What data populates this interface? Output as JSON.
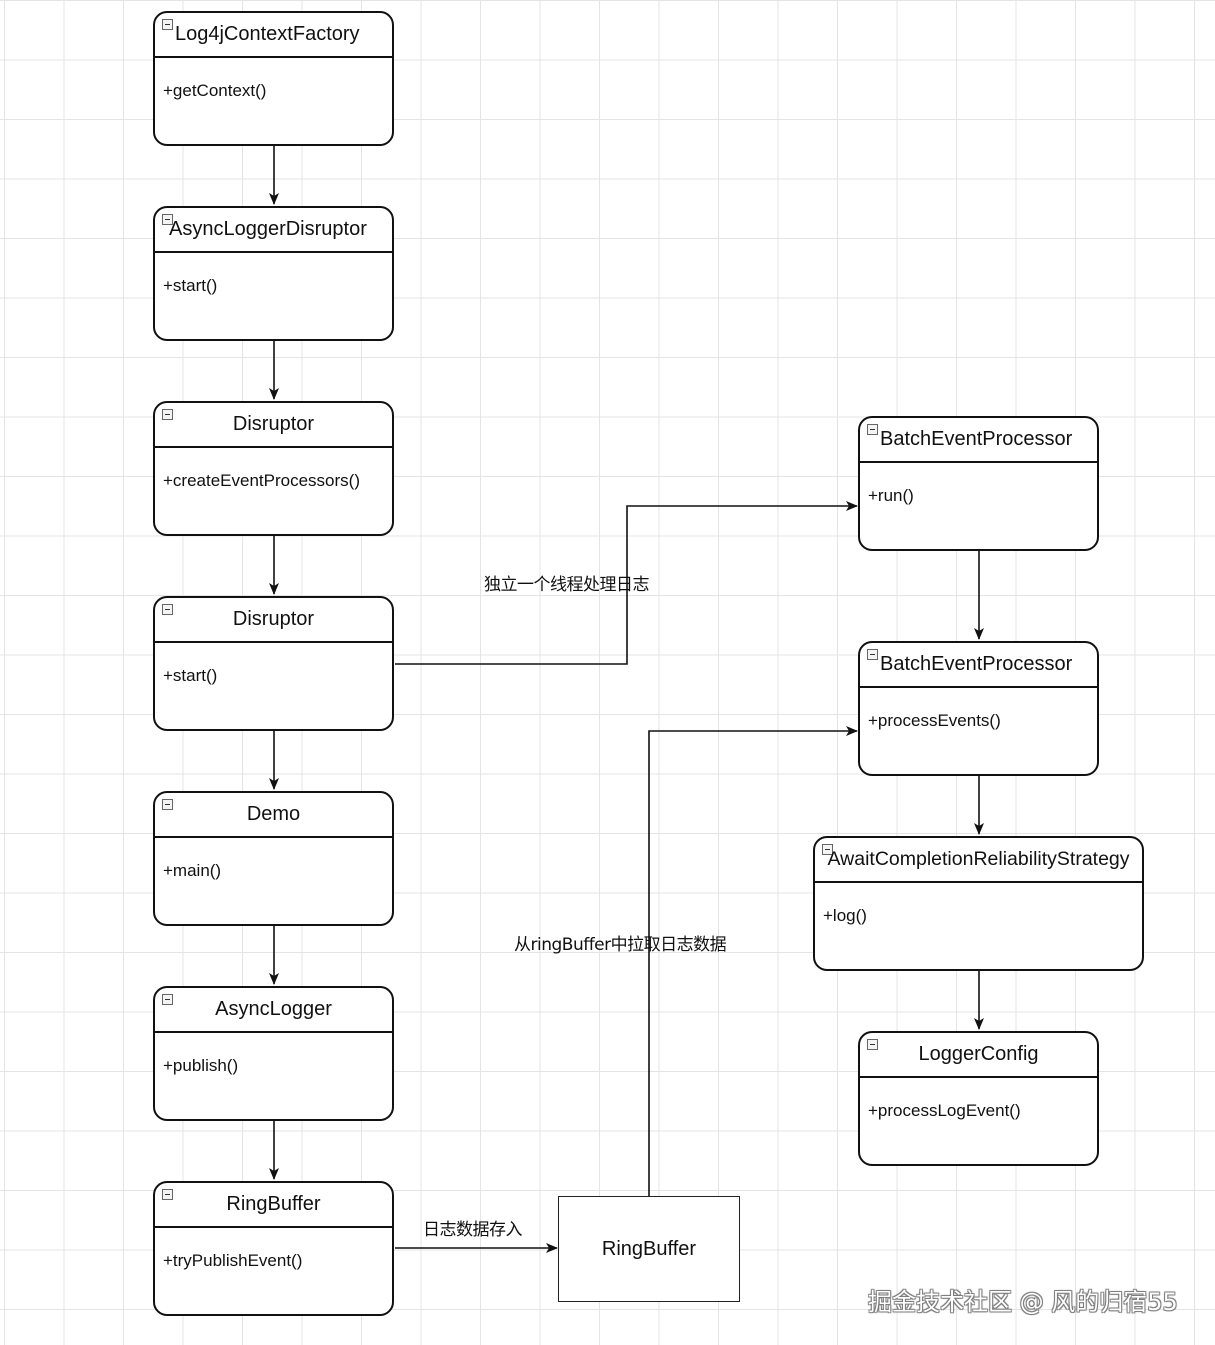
{
  "nodes": [
    {
      "id": "log4j-context-factory",
      "title": "Log4jContextFactory",
      "method": "+getContext()"
    },
    {
      "id": "async-logger-disruptor",
      "title": "AsyncLoggerDisruptor",
      "method": "+start()"
    },
    {
      "id": "disruptor-create",
      "title": "Disruptor",
      "method": "+createEventProcessors()"
    },
    {
      "id": "disruptor-start",
      "title": "Disruptor",
      "method": "+start()"
    },
    {
      "id": "demo",
      "title": "Demo",
      "method": "+main()"
    },
    {
      "id": "async-logger",
      "title": "AsyncLogger",
      "method": "+publish()"
    },
    {
      "id": "ring-buffer-publish",
      "title": "RingBuffer",
      "method": "+tryPublishEvent()"
    },
    {
      "id": "batch-event-processor-run",
      "title": "BatchEventProcessor",
      "method": "+run()"
    },
    {
      "id": "batch-event-processor-process",
      "title": "BatchEventProcessor",
      "method": "+processEvents()"
    },
    {
      "id": "await-completion-strategy",
      "title": "AwaitCompletionReliabilityStrategy",
      "method": "+log()"
    },
    {
      "id": "logger-config",
      "title": "LoggerConfig",
      "method": "+processLogEvent()"
    }
  ],
  "ring_buffer_store": "RingBuffer",
  "edge_labels": {
    "thread": "独立一个线程处理日志",
    "pull": "从ringBuffer中拉取日志数据",
    "store": "日志数据存入"
  },
  "watermark": "掘金技术社区 @ 风的归宿55"
}
